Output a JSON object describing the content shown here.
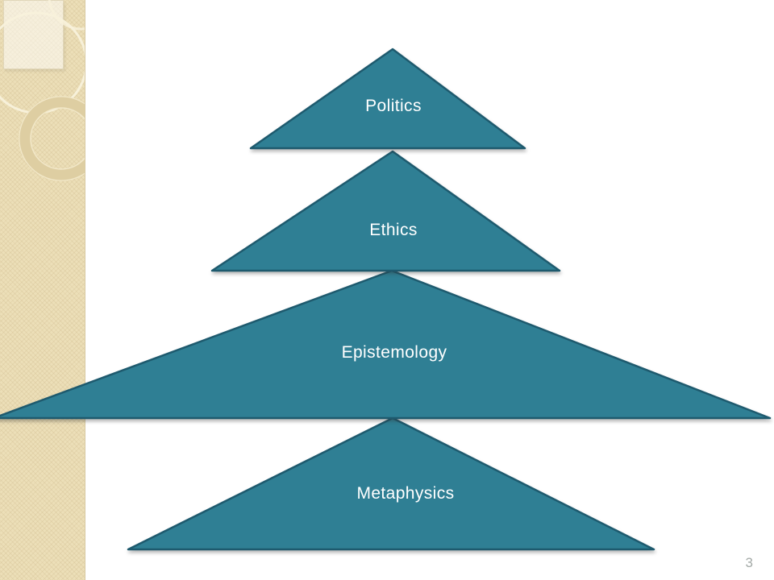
{
  "slide": {
    "page_number": "3"
  },
  "pyramid": {
    "type": "stacked-triangle-hierarchy",
    "levels": [
      {
        "label": "Politics"
      },
      {
        "label": "Ethics"
      },
      {
        "label": "Epistemology"
      },
      {
        "label": "Metaphysics"
      }
    ]
  },
  "colors": {
    "background": "#FFFFFF",
    "shape-fill": "#2F7F94",
    "shape-border": "#1E5A6E",
    "shape-text": "#FFFFFF",
    "sidebar-bg": "#ECDFB8",
    "sidebar-texture": "#CDB88C48",
    "sidebar-edge": "#D8CAA2",
    "highlight-rect": "#FFFFFF80",
    "highlight-rect-edge": "#C9BA9170",
    "circle-stroke": "#F8F1DB",
    "ring-fill": "#DECEA2",
    "ring-edge": "#F2E8C9",
    "page-number": "#A4AAA7"
  }
}
